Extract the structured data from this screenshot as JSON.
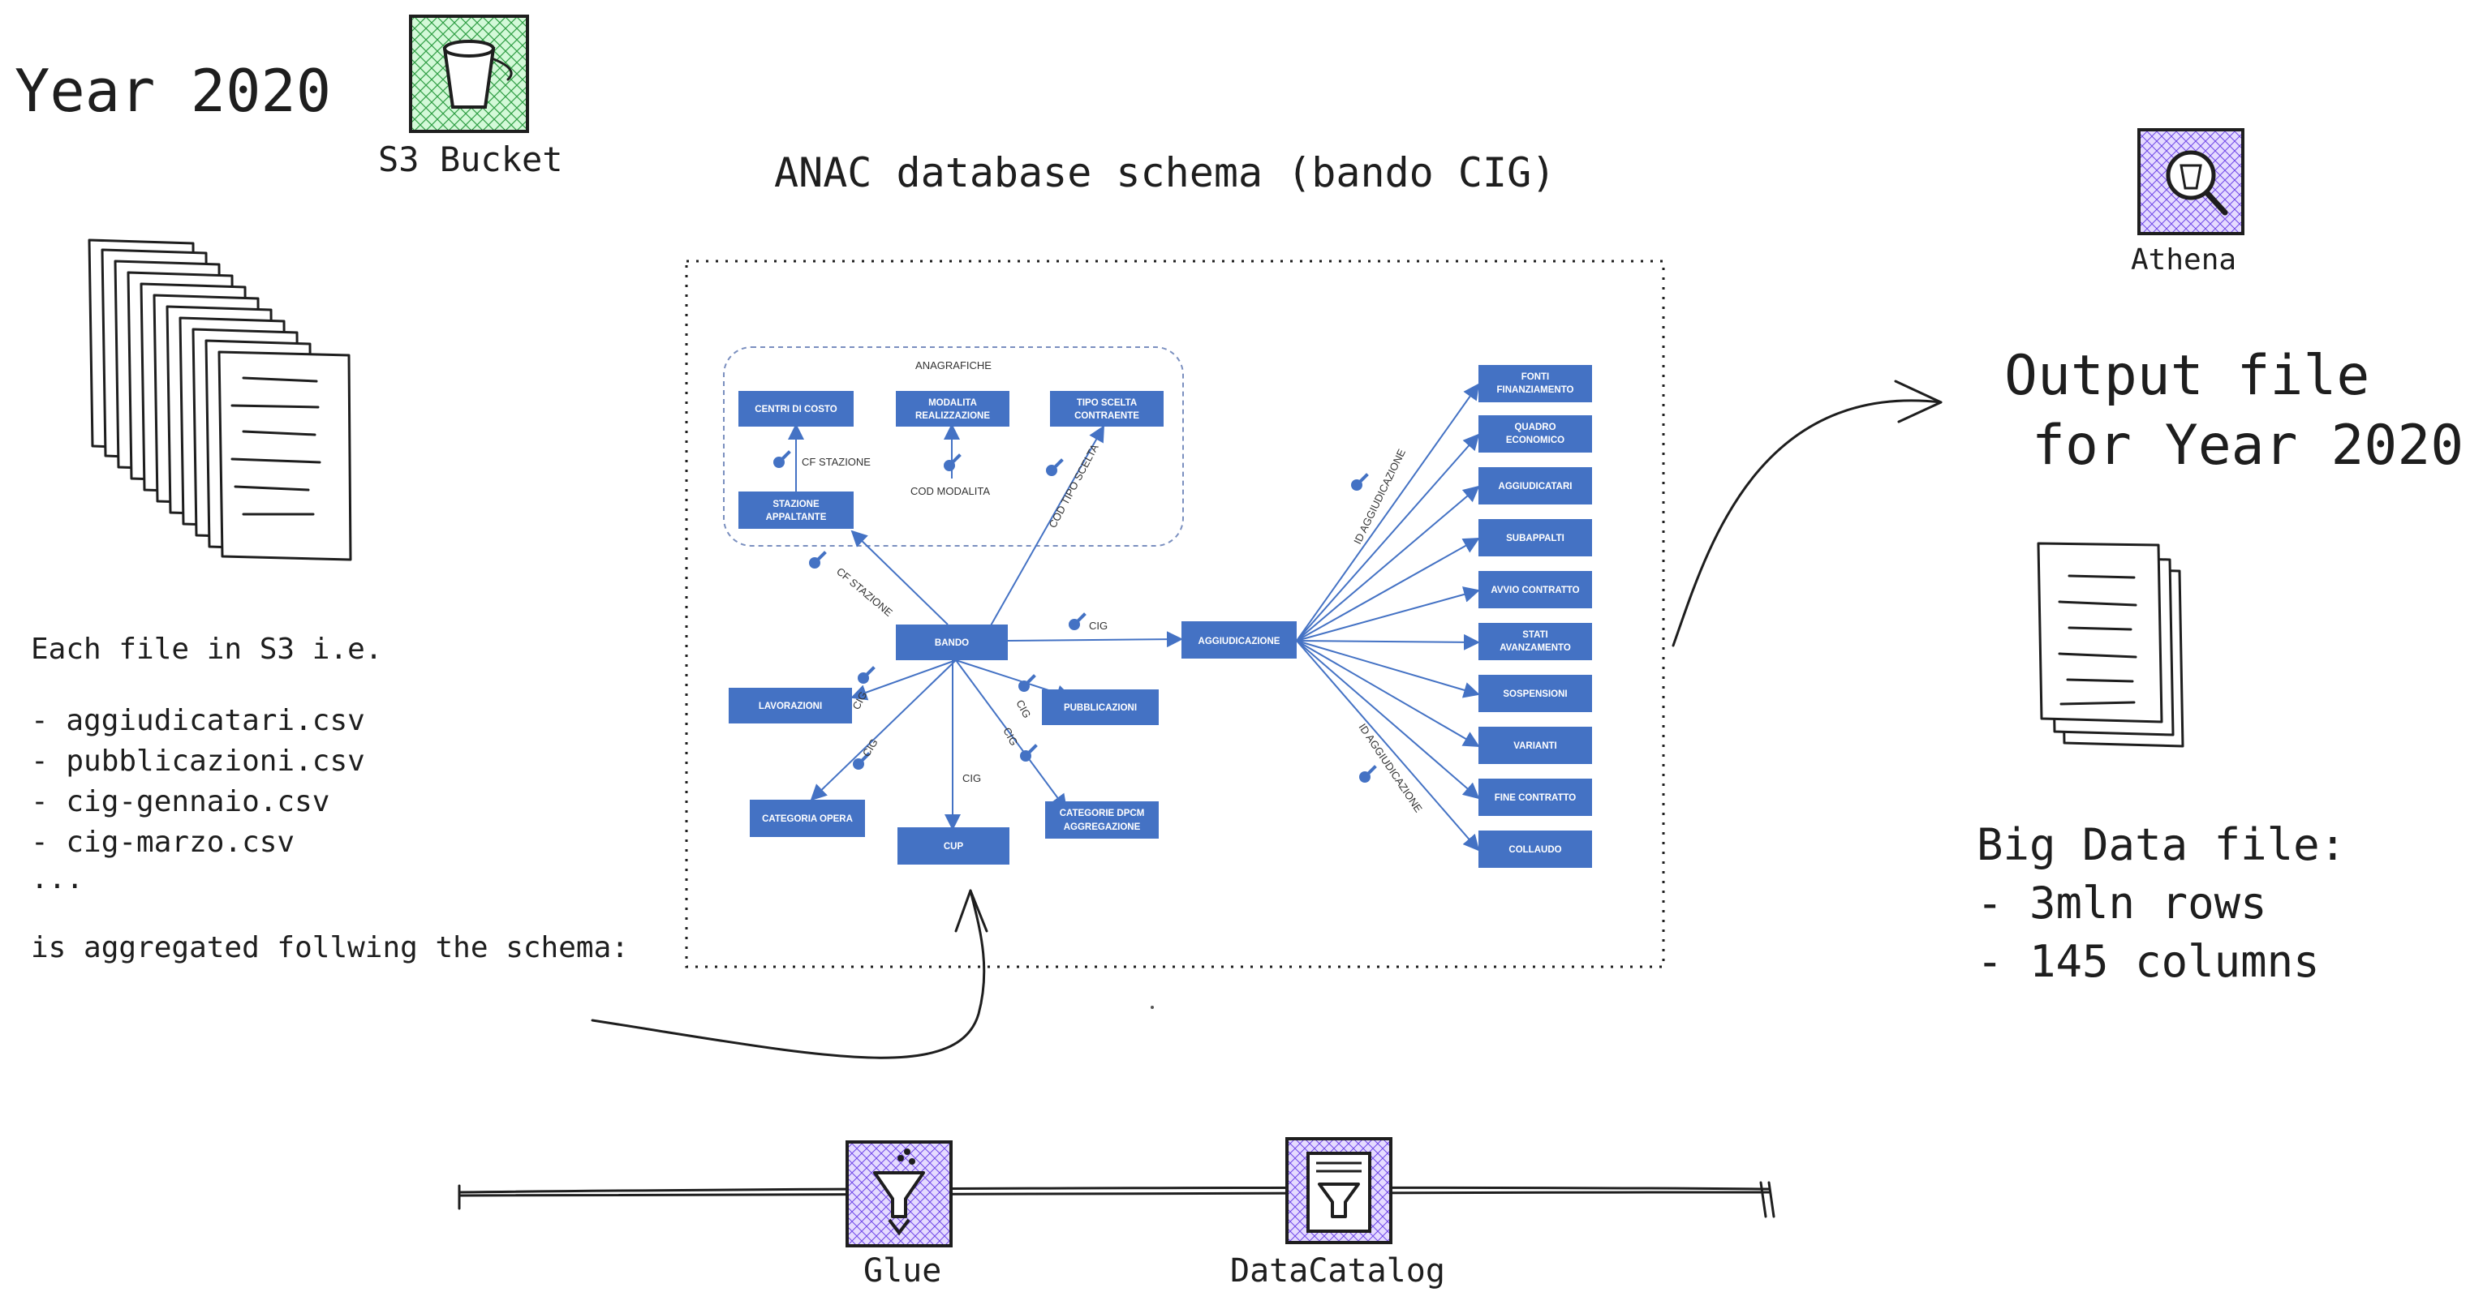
{
  "year_title": "Year 2020",
  "s3_label": "S3 Bucket",
  "schema_title": "ANAC database schema (bando CIG)",
  "athena_label": "Athena",
  "output_title_line1": "Output file",
  "output_title_line2": "for Year 2020",
  "description": {
    "line1": "Each file in S3 i.e.",
    "files": [
      "- aggiudicatari.csv",
      "- pubblicazioni.csv",
      "- cig-gennaio.csv",
      "- cig-marzo.csv",
      "..."
    ],
    "footer": "is aggregated follwing the schema:"
  },
  "bigdata": {
    "title": "Big Data file:",
    "rows": "- 3mln rows",
    "cols": "- 145 columns"
  },
  "glue_label": "Glue",
  "datacatalog_label": "DataCatalog",
  "schema": {
    "group_label": "ANAGRAFICHE",
    "nodes": {
      "centri_di_costo": "CENTRI DI COSTO",
      "modalita_line1": "MODALITA",
      "modalita_line2": "REALIZZAZIONE",
      "tipo_line1": "TIPO SCELTA",
      "tipo_line2": "CONTRAENTE",
      "stazione_line1": "STAZIONE",
      "stazione_line2": "APPALTANTE",
      "bando": "BANDO",
      "aggiudicazione": "AGGIUDICAZIONE",
      "lavorazioni": "LAVORAZIONI",
      "pubblicazioni": "PUBBLICAZIONI",
      "categoria_opera": "CATEGORIA OPERA",
      "cup": "CUP",
      "categorie_line1": "CATEGORIE DPCM",
      "categorie_line2": "AGGREGAZIONE",
      "fonti_line1": "FONTI",
      "fonti_line2": "FINANZIAMENTO",
      "quadro_line1": "QUADRO",
      "quadro_line2": "ECONOMICO",
      "aggiudicatari": "AGGIUDICATARI",
      "subappalti": "SUBAPPALTI",
      "avvio": "AVVIO CONTRATTO",
      "stati_line1": "STATI",
      "stati_line2": "AVANZAMENTO",
      "sospensioni": "SOSPENSIONI",
      "varianti": "VARIANTI",
      "fine": "FINE CONTRATTO",
      "collaudo": "COLLAUDO"
    },
    "edge_labels": {
      "cf_stazione_a": "CF STAZIONE",
      "cod_modalita": "COD MODALITA",
      "cod_tipo_scelta": "COD TIPO SCELTA",
      "cf_stazione_b": "CF STAZIONE",
      "cig_agg": "CIG",
      "cig_lav": "CIG",
      "cig_pub": "CIG",
      "cig_cat": "CIG",
      "cig_cup": "CIG",
      "cig_dpcm": "CIG",
      "id_agg_up": "ID AGGIUDICAZIONE",
      "id_agg_down": "ID AGGIUDICAZIONE"
    }
  },
  "colors": {
    "node_blue": "#4472c4",
    "s3_green": "#2f9e44",
    "service_purple": "#7048e8"
  }
}
